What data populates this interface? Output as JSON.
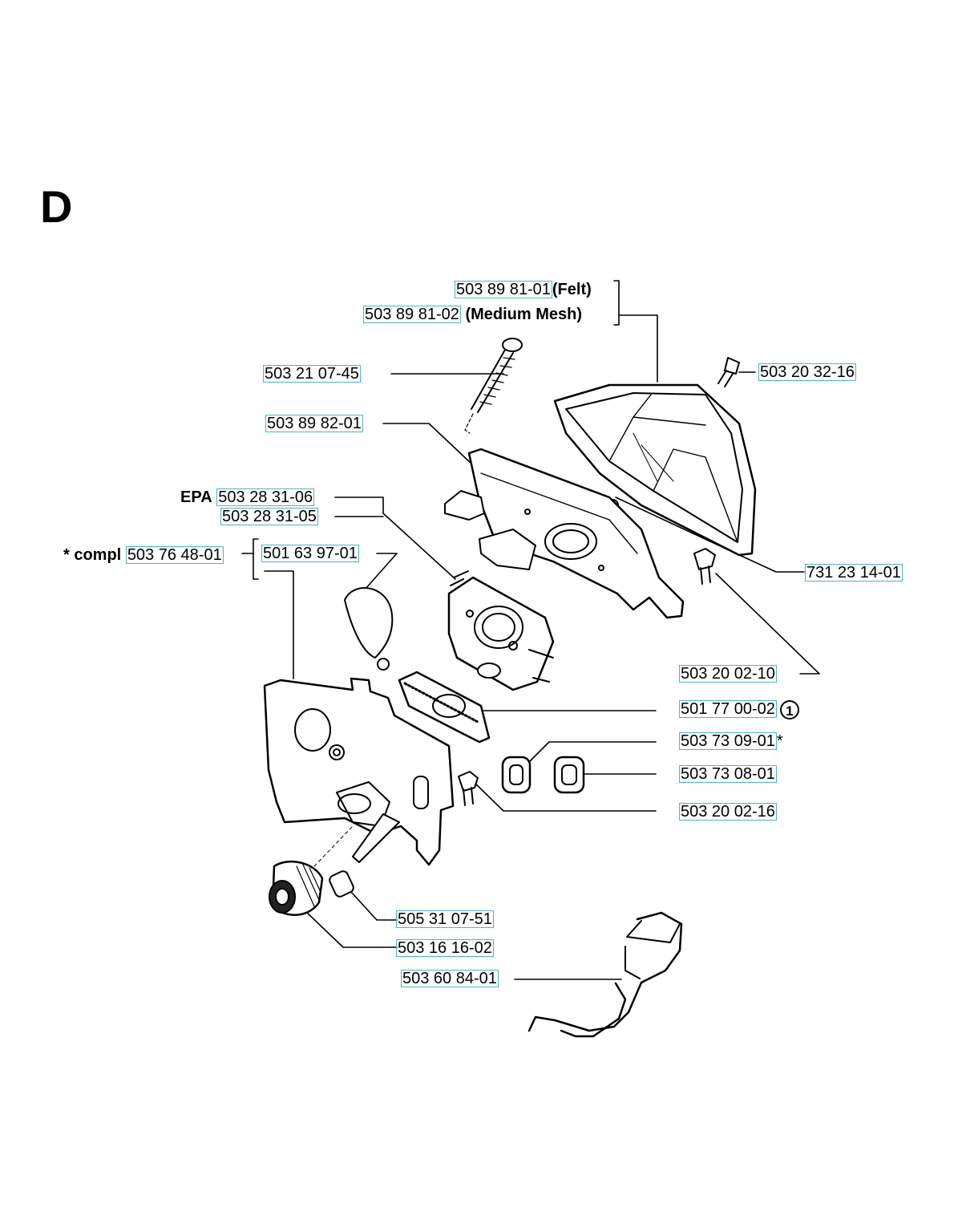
{
  "section": "D",
  "labels": {
    "air_filter_felt": {
      "part": "503 89 81-01",
      "note": "(Felt)"
    },
    "air_filter_mesh": {
      "part": "503 89 81-02",
      "note": "(Medium Mesh)"
    },
    "screw_long": {
      "part": "503 21 07-45"
    },
    "screw_top": {
      "part": "503 20 32-16"
    },
    "filter_holder": {
      "part": "503 89 82-01"
    },
    "carburetor_epa": {
      "prefix": "EPA",
      "part": "503 28 31-06"
    },
    "carburetor": {
      "part": "503 28 31-05"
    },
    "compl": {
      "prefix": "* compl",
      "part": "503 76 48-01"
    },
    "choke_cover": {
      "part": "501 63 97-01"
    },
    "nut": {
      "part": "731 23 14-01"
    },
    "screw_mid": {
      "part": "503 20 02-10"
    },
    "gasket": {
      "part": "501 77 00-02",
      "ref": "1"
    },
    "grommet_a": {
      "part": "503 73 09-01",
      "suffix": "*"
    },
    "grommet_b": {
      "part": "503 73 08-01"
    },
    "screw_bottom": {
      "part": "503 20 02-16"
    },
    "sleeve": {
      "part": "505 31 07-51"
    },
    "knob": {
      "part": "503 16 16-02"
    },
    "throttle_rod": {
      "part": "503 60 84-01"
    }
  }
}
